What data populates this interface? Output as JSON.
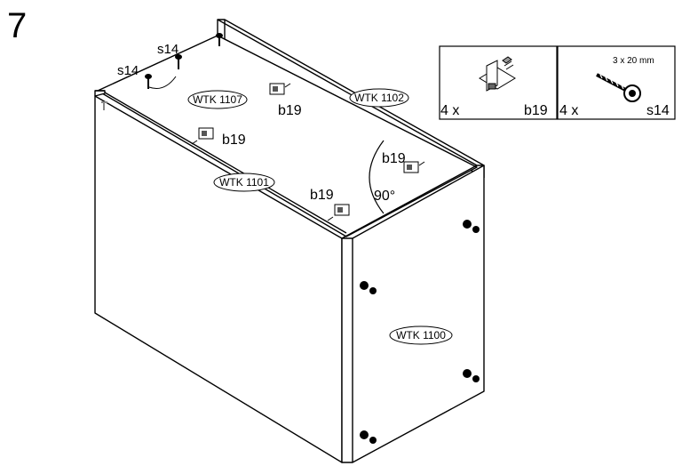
{
  "step": {
    "number": "7"
  },
  "parts": {
    "top_panel": "WTK 1107",
    "back_panel": "WTK 1102",
    "front_rail": "WTK 1101",
    "side_panel": "WTK 1100"
  },
  "labels": {
    "screw_code": "s14",
    "connector_code": "b19",
    "angle": "90°"
  },
  "legend": {
    "connector": {
      "qty": "4 x",
      "code": "b19"
    },
    "screw": {
      "qty": "4 x",
      "code": "s14",
      "size": "3 x 20 mm"
    }
  }
}
